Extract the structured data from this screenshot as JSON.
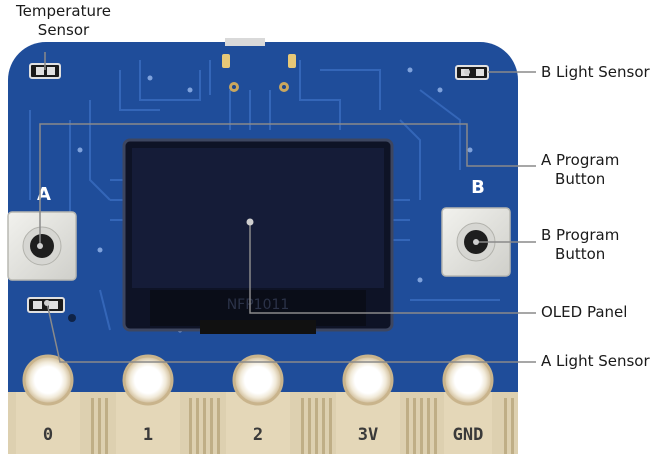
{
  "board": {
    "pcb_color": "#1f4d9a",
    "trace_color": "#2f63b8",
    "pad_color": "#d9c7a4",
    "screen_color": "#10162b",
    "button_letters": {
      "a": "A",
      "b": "B"
    },
    "screen_silkscreen": "NFP1011",
    "pins": [
      "0",
      "1",
      "2",
      "3V",
      "GND"
    ]
  },
  "callouts": {
    "temperature_sensor": {
      "line1": "Temperature",
      "line2": "Sensor"
    },
    "b_light_sensor": {
      "text": "B Light Sensor"
    },
    "a_program_button": {
      "line1": "A Program",
      "line2": "Button"
    },
    "b_program_button": {
      "line1": "B Program",
      "line2": "Button"
    },
    "oled_panel": {
      "text": "OLED Panel"
    },
    "a_light_sensor": {
      "text": "A Light Sensor"
    }
  },
  "callout_line_color": "#8a8a8a"
}
